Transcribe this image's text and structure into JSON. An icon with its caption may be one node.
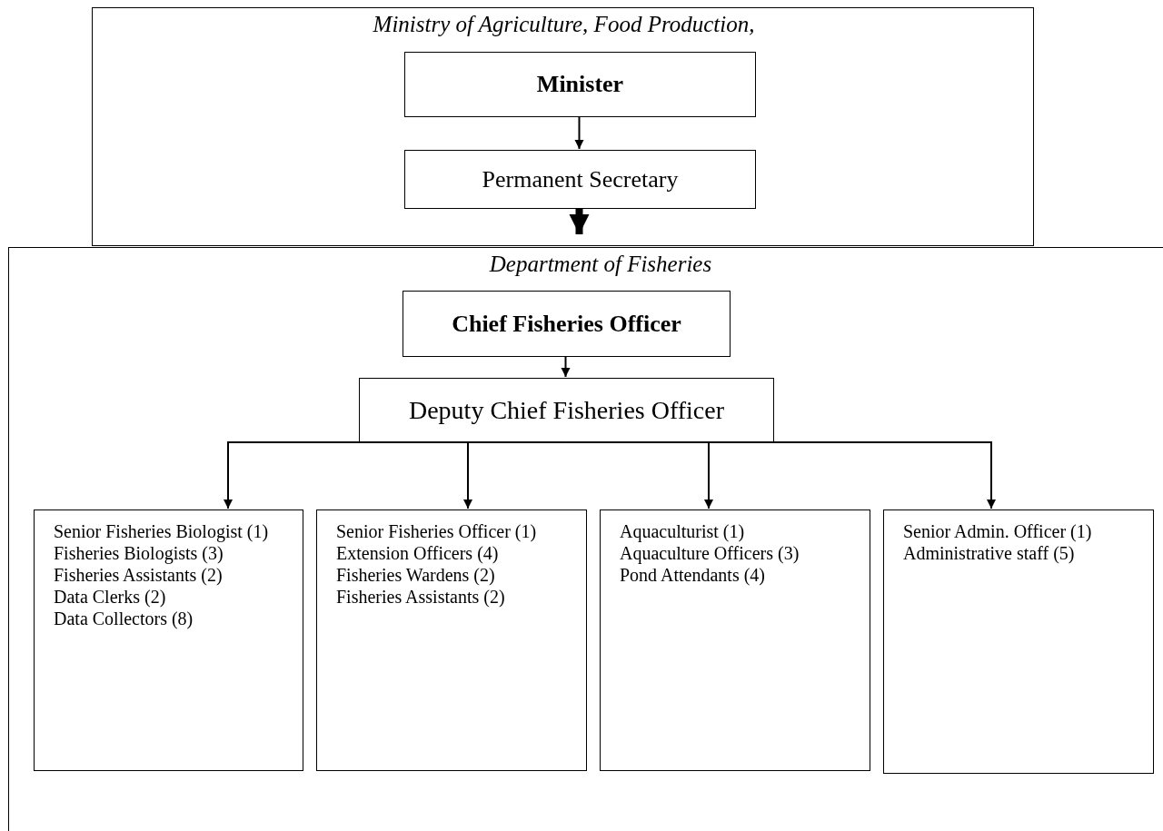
{
  "diagram": {
    "nodes": [
      {
        "text": [
          "Ministry of Agriculture, Food Production,"
        ]
      },
      {
        "text": [
          "Minister"
        ],
        "in": 0
      },
      {
        "text": [
          "Permanent Secretary"
        ],
        "in": 0
      },
      {
        "text": [
          "Department of Fisheries"
        ]
      },
      {
        "text": [
          "Chief Fisheries Officer"
        ],
        "in": 3
      },
      {
        "text": [
          "Deputy Chief Fisheries Officer"
        ],
        "in": 3
      },
      {
        "text": [
          "Senior Fisheries Biologist (1)",
          "Fisheries Biologists (3)",
          "Fisheries Assistants (2)",
          "Data Clerks (2)",
          "Data Collectors (8)"
        ],
        "in": 3
      },
      {
        "text": [
          "Senior Fisheries Officer (1)",
          "Extension Officers (4)",
          "Fisheries Wardens (2)",
          "Fisheries Assistants (2)"
        ],
        "in": 3
      },
      {
        "text": [
          "Aquaculturist (1)",
          "Aquaculture Officers (3)",
          "Pond Attendants (4)"
        ],
        "in": 3
      },
      {
        "text": [
          "Senior Admin. Officer (1)",
          "Administrative staff (5)"
        ],
        "in": 3
      }
    ],
    "edges": [
      {
        "from": 1,
        "to": 2,
        "arrow": "to"
      },
      {
        "from": 2,
        "to": 3,
        "arrow": "to",
        "style": "thick"
      },
      {
        "from": 4,
        "to": 5,
        "arrow": "to"
      },
      {
        "from": 5,
        "to": 6,
        "arrow": "to"
      },
      {
        "from": 5,
        "to": 7,
        "arrow": "to"
      },
      {
        "from": 5,
        "to": 8,
        "arrow": "to"
      },
      {
        "from": 5,
        "to": 9,
        "arrow": "to"
      }
    ]
  }
}
